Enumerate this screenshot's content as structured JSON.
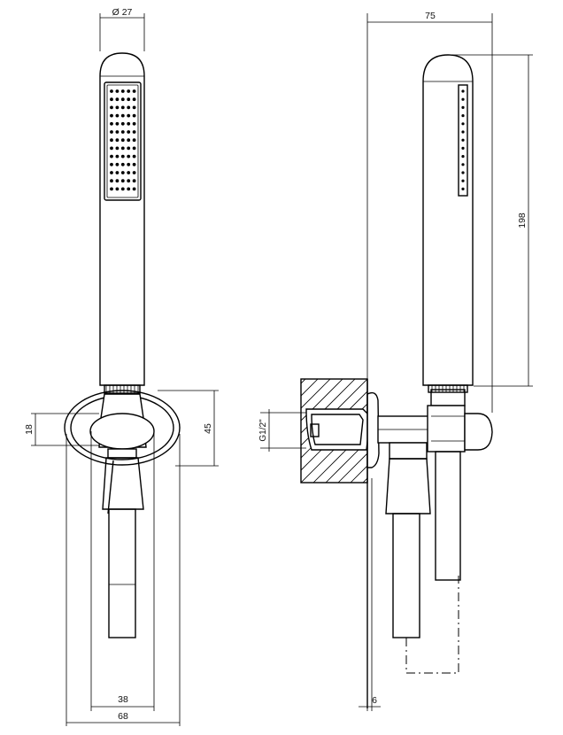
{
  "drawing": {
    "colors": {
      "line": "#000000",
      "background": "#ffffff"
    },
    "front_view": {
      "dims": {
        "diameter": "Ø 27",
        "height_18": "18",
        "height_45": "45",
        "width_38": "38",
        "width_68": "68"
      }
    },
    "side_view": {
      "dims": {
        "width_75": "75",
        "height_198": "198",
        "thread": "G1/2\"",
        "wall_6": "6"
      }
    }
  }
}
